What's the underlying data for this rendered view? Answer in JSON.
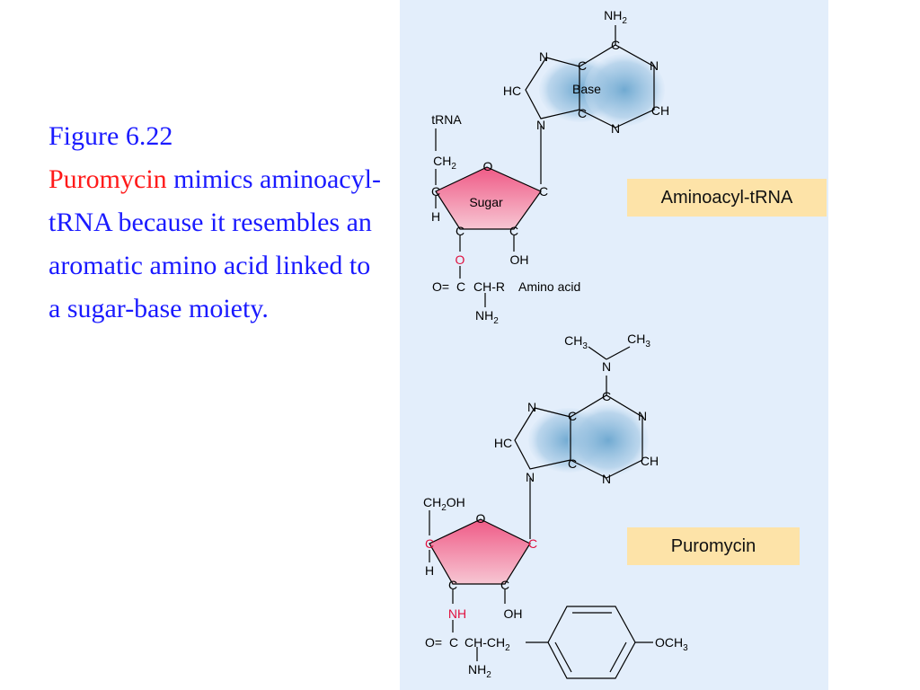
{
  "caption": {
    "figure": "Figure 6.22",
    "highlight": "Puromycin",
    "text": "mimics aminoacyl-tRNA because it resembles an aromatic amino acid linked to a sugar-base moiety."
  },
  "labels": {
    "aminoacyl_trna": "Aminoacyl-tRNA",
    "puromycin": "Puromycin"
  },
  "top": {
    "base": "Base",
    "sugar": "Sugar",
    "trna": "tRNA",
    "amino_acid": "Amino acid",
    "nh2_top": "NH",
    "c": "C",
    "n": "N",
    "hc": "HC",
    "ch": "CH",
    "o": "O",
    "h": "H",
    "oh": "OH",
    "ch2": "CH",
    "o_eq": "O=",
    "ch_r": "CH-R",
    "nh2": "NH",
    "sub2": "2"
  },
  "bottom": {
    "ch3": "CH",
    "sub3": "3",
    "n": "N",
    "c": "C",
    "hc": "HC",
    "ch": "CH",
    "ch2oh": "CH",
    "oh_tail": "OH",
    "o": "O",
    "h": "H",
    "nh": "NH",
    "oh": "OH",
    "o_eq": "O=",
    "ch_ch2": "CH-CH",
    "och3": "OCH",
    "nh2": "NH",
    "sub2": "2"
  },
  "colors": {
    "caption_text": "#1a1aff",
    "caption_highlight": "#ff1a1a",
    "panel_bg": "#e3eefb",
    "tag_bg": "#fde3a8",
    "sugar_fill": "#ef5a86",
    "base_fill": "#6aa6cf",
    "red_atom": "#e0103e"
  },
  "icons": [
    "aminoacyl-trna-structure",
    "puromycin-structure",
    "benzene-ring"
  ]
}
